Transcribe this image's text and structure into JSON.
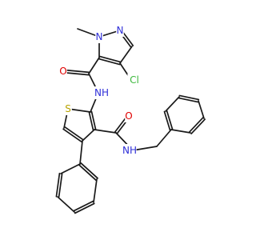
{
  "colors": {
    "bond": "#1a1a1a",
    "N": "#2f2fd8",
    "O": "#e00000",
    "S": "#b8a300",
    "Cl": "#3cb83c",
    "background": "#ffffff"
  },
  "atoms": {
    "n_pyrazole": "N",
    "n1_pyrazole": "N",
    "methyl": "",
    "carbonyl_o1": "O",
    "chloro": "Cl",
    "amide_nh1": "NH",
    "thiophene_s": "S",
    "carbonyl_o2": "O",
    "amide_nh2": "NH"
  }
}
